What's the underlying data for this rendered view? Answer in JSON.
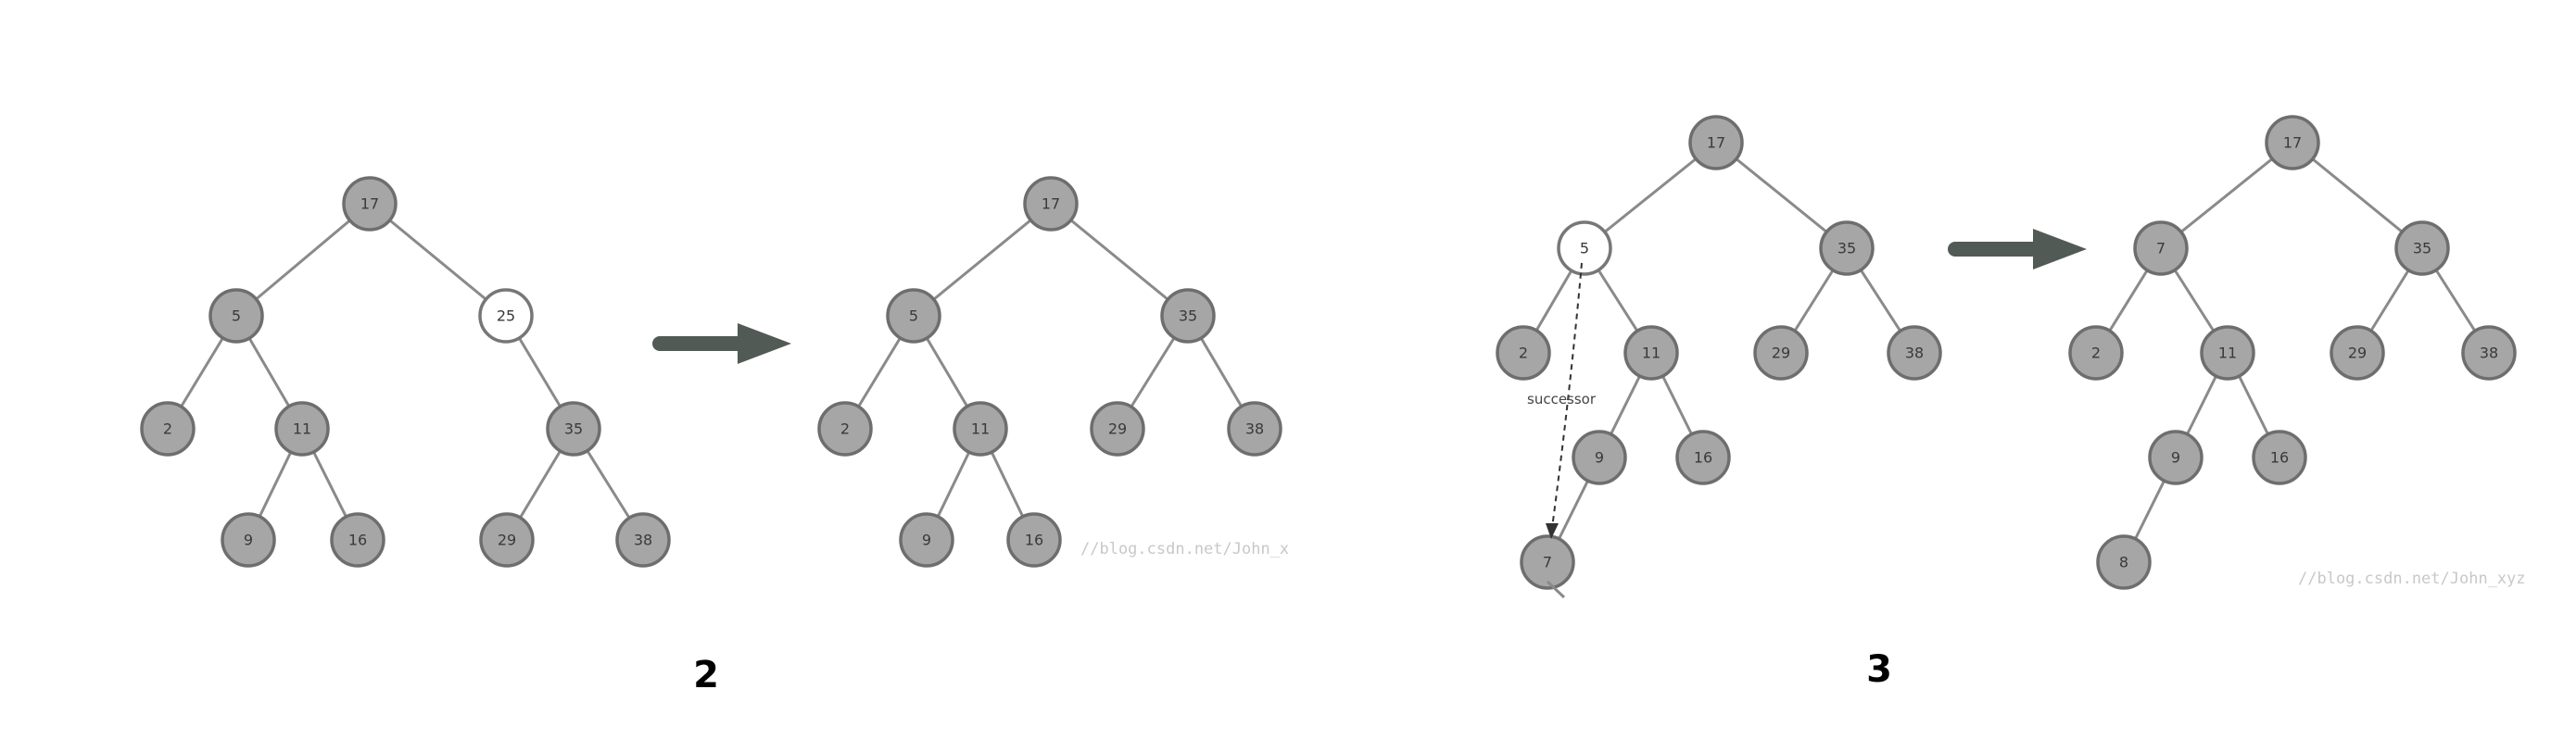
{
  "panels": [
    {
      "caption": "2",
      "watermark": "//blog.csdn.net/John_x",
      "before": {
        "highlight": "25",
        "nodes": [
          "17",
          "5",
          "25",
          "2",
          "11",
          "35",
          "9",
          "16",
          "29",
          "38"
        ],
        "edges": [
          [
            "17",
            "5"
          ],
          [
            "17",
            "25"
          ],
          [
            "5",
            "2"
          ],
          [
            "5",
            "11"
          ],
          [
            "11",
            "9"
          ],
          [
            "11",
            "16"
          ],
          [
            "25",
            "35"
          ],
          [
            "35",
            "29"
          ],
          [
            "35",
            "38"
          ]
        ]
      },
      "after": {
        "nodes": [
          "17",
          "5",
          "35",
          "2",
          "11",
          "29",
          "38",
          "9",
          "16"
        ],
        "edges": [
          [
            "17",
            "5"
          ],
          [
            "17",
            "35"
          ],
          [
            "5",
            "2"
          ],
          [
            "5",
            "11"
          ],
          [
            "11",
            "9"
          ],
          [
            "11",
            "16"
          ],
          [
            "35",
            "29"
          ],
          [
            "35",
            "38"
          ]
        ]
      }
    },
    {
      "caption": "3",
      "watermark": "//blog.csdn.net/John_xyz",
      "successor_label": "successor",
      "before": {
        "highlight": "5",
        "nodes": [
          "17",
          "5",
          "35",
          "2",
          "11",
          "29",
          "38",
          "9",
          "16",
          "7"
        ],
        "edges": [
          [
            "17",
            "5"
          ],
          [
            "17",
            "35"
          ],
          [
            "5",
            "2"
          ],
          [
            "5",
            "11"
          ],
          [
            "35",
            "29"
          ],
          [
            "35",
            "38"
          ],
          [
            "11",
            "9"
          ],
          [
            "11",
            "16"
          ],
          [
            "9",
            "7"
          ]
        ]
      },
      "after": {
        "nodes": [
          "17",
          "7",
          "35",
          "2",
          "11",
          "29",
          "38",
          "9",
          "16",
          "8"
        ],
        "edges": [
          [
            "17",
            "7"
          ],
          [
            "17",
            "35"
          ],
          [
            "7",
            "2"
          ],
          [
            "7",
            "11"
          ],
          [
            "35",
            "29"
          ],
          [
            "35",
            "38"
          ],
          [
            "11",
            "9"
          ],
          [
            "11",
            "16"
          ],
          [
            "9",
            "8"
          ]
        ]
      }
    }
  ]
}
